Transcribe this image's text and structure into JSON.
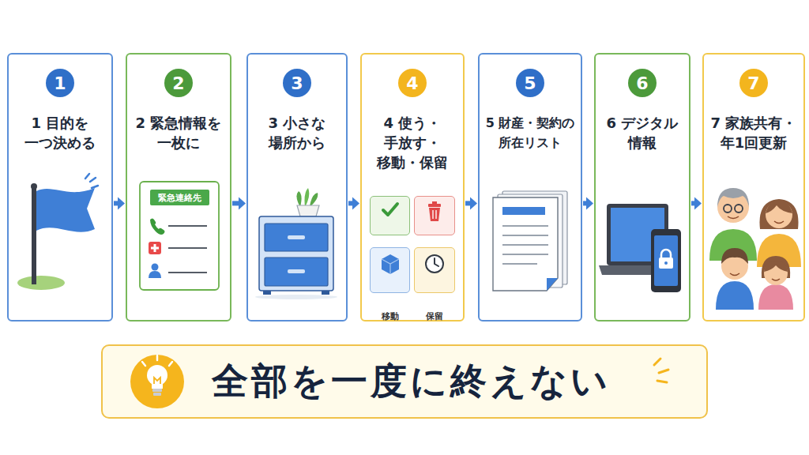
{
  "diagram": {
    "nodes": [
      {
        "text": [
          "1 目的を 一つ決める"
        ]
      },
      {
        "text": [
          "1"
        ],
        "in": 0
      },
      {
        "text": [
          "2 緊急情報を 一枚に"
        ]
      },
      {
        "text": [
          "2"
        ],
        "in": 2
      },
      {
        "text": [
          "緊急連絡先"
        ],
        "in": 2
      },
      {
        "text": [
          "3 小さな 場所から"
        ]
      },
      {
        "text": [
          "3"
        ],
        "in": 5
      },
      {
        "text": [
          "4 使う・ 手放す・ 移動・保留"
        ]
      },
      {
        "text": [
          "4"
        ],
        "in": 7
      },
      {
        "text": [
          "使う"
        ],
        "in": 7
      },
      {
        "text": [
          "手放す"
        ],
        "in": 7
      },
      {
        "text": [
          "移動"
        ],
        "in": 7
      },
      {
        "text": [
          "保留"
        ],
        "in": 7
      },
      {
        "text": [
          "5 財産・契約の 所在リスト"
        ]
      },
      {
        "text": [
          "5"
        ],
        "in": 13
      },
      {
        "text": [
          "6 デジタル 情報"
        ]
      },
      {
        "text": [
          "6"
        ],
        "in": 15
      },
      {
        "text": [
          "7 家族共有・ 年1回更新"
        ]
      },
      {
        "text": [
          "7"
        ],
        "in": 17
      },
      {
        "text": [
          "全部を一度に終えない"
        ]
      }
    ],
    "edges": [
      {
        "from": 0,
        "to": 2,
        "arrow": "to"
      },
      {
        "from": 2,
        "to": 5,
        "arrow": "to"
      },
      {
        "from": 5,
        "to": 7,
        "arrow": "to"
      },
      {
        "from": 7,
        "to": 13,
        "arrow": "to"
      },
      {
        "from": 13,
        "to": 15,
        "arrow": "to"
      },
      {
        "from": 15,
        "to": 17,
        "arrow": "to"
      }
    ]
  }
}
